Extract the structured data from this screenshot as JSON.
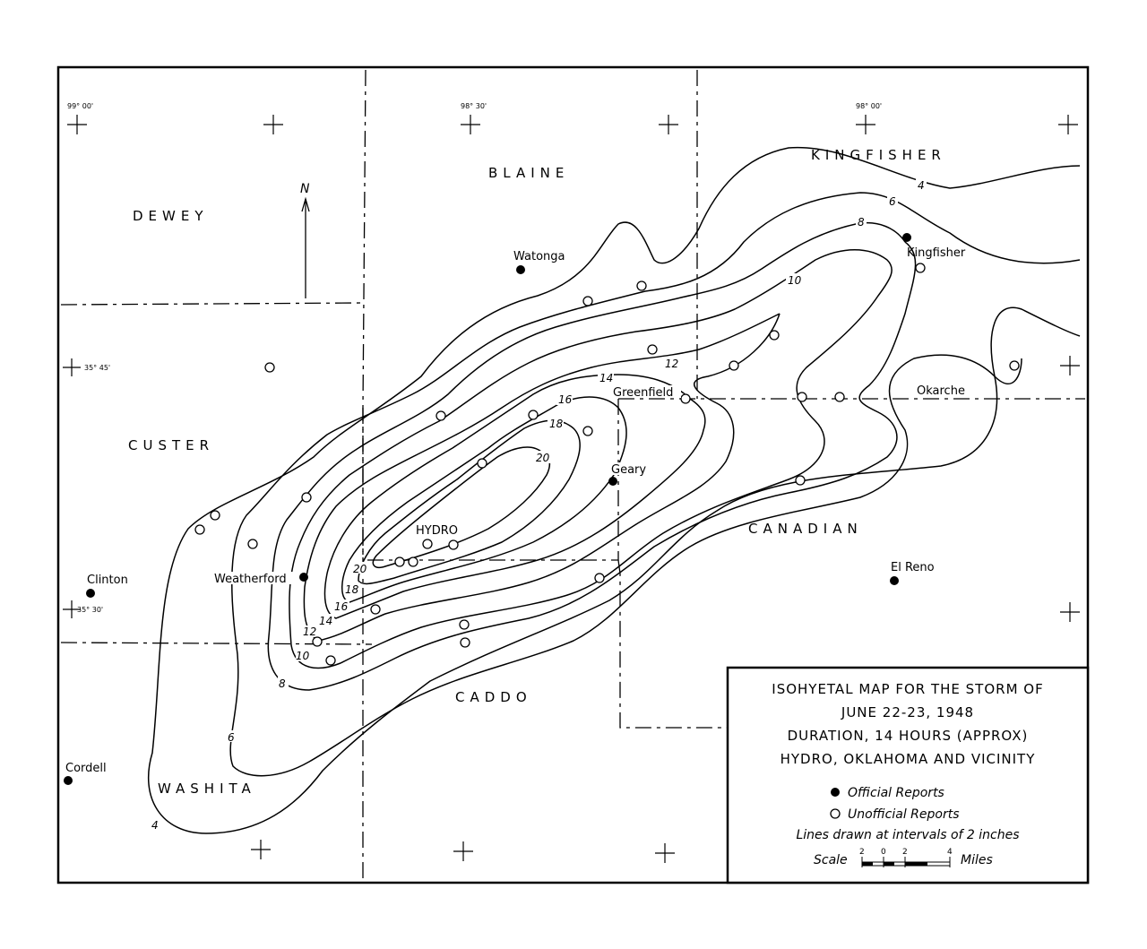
{
  "counties": {
    "dewey": "DEWEY",
    "blaine": "BLAINE",
    "kingfisher": "KINGFISHER",
    "custer": "CUSTER",
    "canadian": "CANADIAN",
    "caddo": "CADDO",
    "washita": "WASHITA"
  },
  "towns": {
    "watonga": "Watonga",
    "kingfisher": "Kingfisher",
    "greenfield": "Greenfield",
    "okarche": "Okarche",
    "geary": "Geary",
    "hydro": "HYDRO",
    "weatherford": "Weatherford",
    "clinton": "Clinton",
    "el_reno": "El Reno",
    "cordell": "Cordell"
  },
  "coordinates": {
    "lon_99_00": "99° 00'",
    "lon_98_30": "98° 30'",
    "lon_98_00": "98° 00'",
    "lat_35_45": "35° 45'",
    "lat_35_30": "35° 30'"
  },
  "north_arrow": "N",
  "isohyet_labels": [
    "4",
    "6",
    "8",
    "10",
    "12",
    "14",
    "16",
    "18",
    "20"
  ],
  "legend": {
    "title_line1": "ISOHYETAL MAP FOR THE STORM OF",
    "title_line2": "JUNE 22-23, 1948",
    "title_line3": "DURATION, 14 HOURS (APPROX)",
    "title_line4": "HYDRO, OKLAHOMA AND VICINITY",
    "official": "Official Reports",
    "unofficial": "Unofficial Reports",
    "interval": "Lines drawn at intervals of 2 inches",
    "scale_label": "Scale",
    "scale_units": "Miles",
    "scale_ticks": [
      "2",
      "0",
      "2",
      "4"
    ]
  }
}
